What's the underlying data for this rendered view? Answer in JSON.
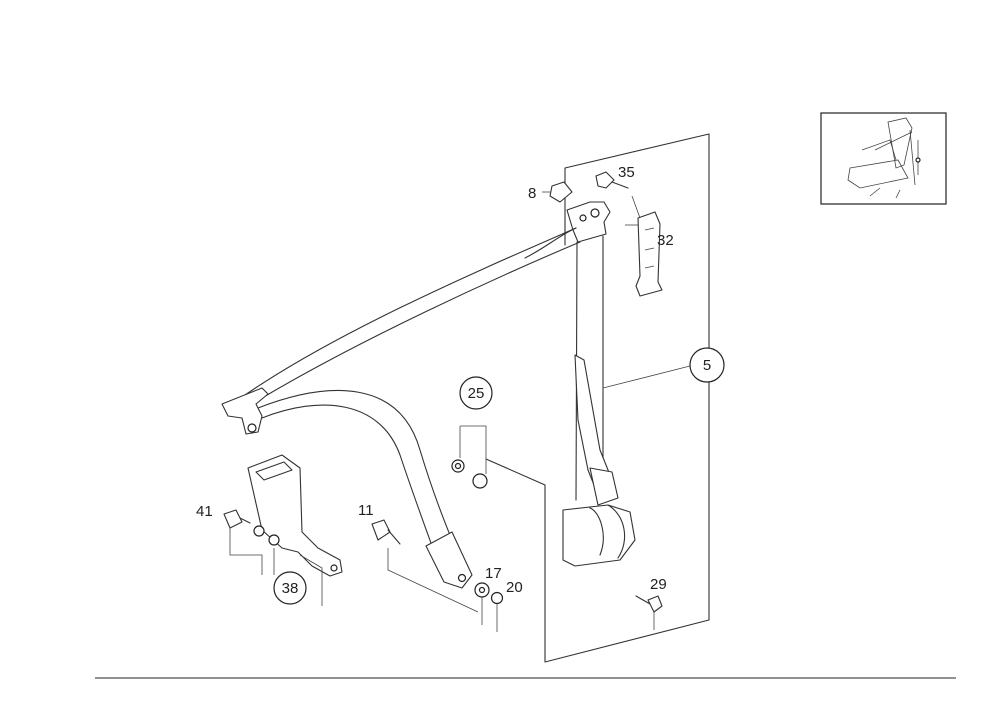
{
  "diagram": {
    "callouts": {
      "p8": "8",
      "p35": "35",
      "p32": "32",
      "p5": "5",
      "p25": "25",
      "p41": "41",
      "p11": "11",
      "p17": "17",
      "p20": "20",
      "p29": "29",
      "p38": "38"
    }
  },
  "colors": {
    "line": "#333333",
    "background": "#ffffff"
  },
  "icons": {
    "thumbnail": "seat-with-belt-icon"
  }
}
